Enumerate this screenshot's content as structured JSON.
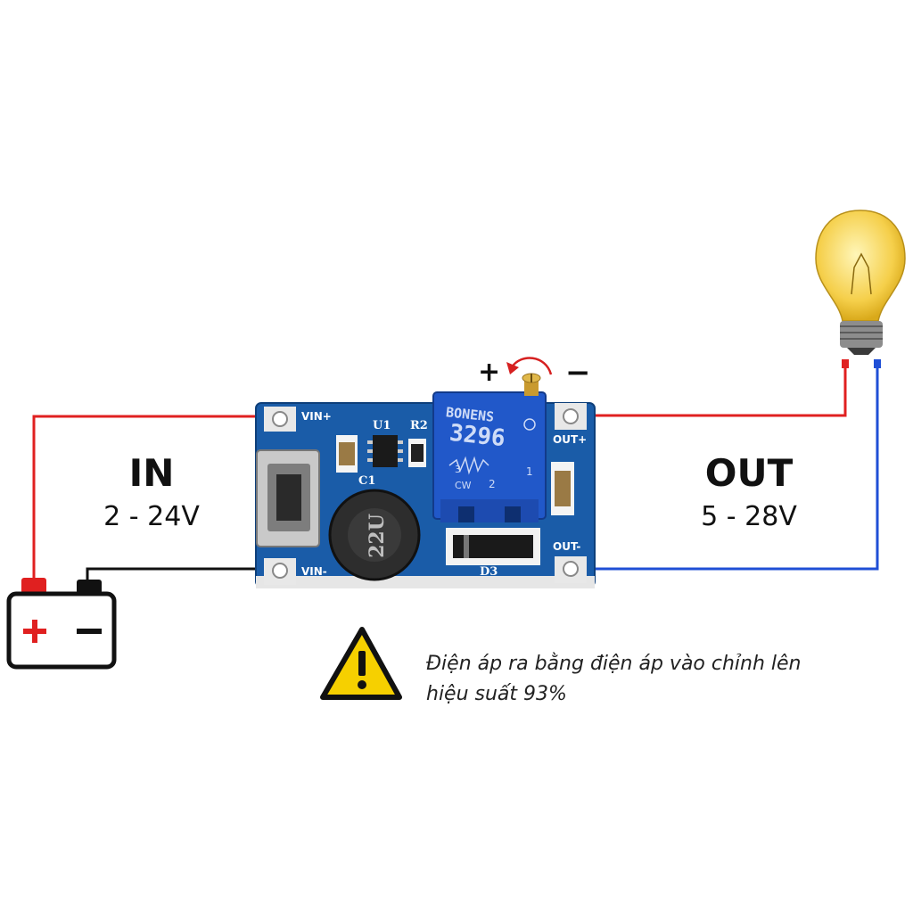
{
  "input": {
    "title": "IN",
    "range": "2 - 24V"
  },
  "output": {
    "title": "OUT",
    "range": "5 - 28V"
  },
  "board": {
    "pins": {
      "vin_plus": "VIN+",
      "vin_minus": "VIN-",
      "out_plus": "OUT+",
      "out_minus": "OUT-"
    },
    "components": {
      "u1": "U1",
      "r2": "R2",
      "c1": "C1",
      "d3": "D3",
      "inductor": "22U"
    },
    "pot": {
      "brand": "BONENS",
      "model": "3296",
      "marking_cw": "CW",
      "marking_2": "2",
      "marking_1": "1",
      "marking_3": "3"
    }
  },
  "adjust": {
    "plus": "+",
    "minus": "−"
  },
  "battery": {
    "plus": "+",
    "minus": "−"
  },
  "warning": {
    "line1": "Điện áp ra bằng điện áp vào chỉnh lên",
    "line2": "hiệu suất 93%"
  },
  "colors": {
    "wire_positive": "#e02020",
    "wire_negative": "#111111",
    "wire_out_negative": "#1f4fd6",
    "pcb": "#1a5ca8"
  },
  "icons": [
    "battery-icon",
    "light-bulb-icon",
    "warning-icon",
    "rotate-arrow-icon"
  ]
}
